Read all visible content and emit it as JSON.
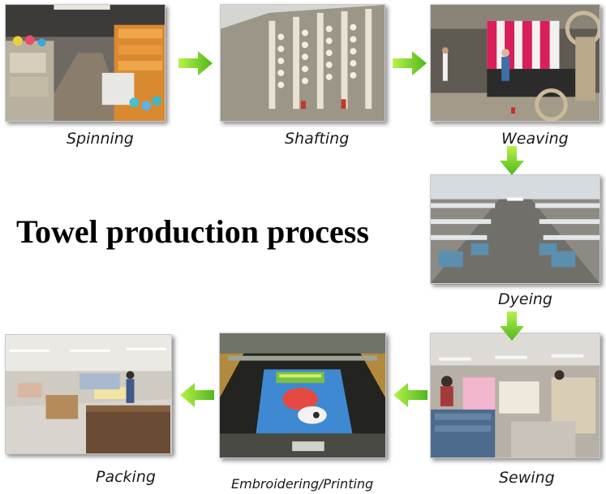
{
  "title": "Towel production process",
  "steps": {
    "spinning": {
      "label": "Spinning"
    },
    "shafting": {
      "label": "Shafting"
    },
    "weaving": {
      "label": "Weaving"
    },
    "dyeing": {
      "label": "Dyeing"
    },
    "sewing": {
      "label": "Sewing"
    },
    "embroidering": {
      "label": "Embroidering/Printing"
    },
    "packing": {
      "label": "Packing"
    }
  },
  "colors": {
    "arrow_light": "#b7f24a",
    "arrow_dark": "#4fb81c",
    "label_text": "#1a1a1a",
    "title_text": "#000000"
  }
}
